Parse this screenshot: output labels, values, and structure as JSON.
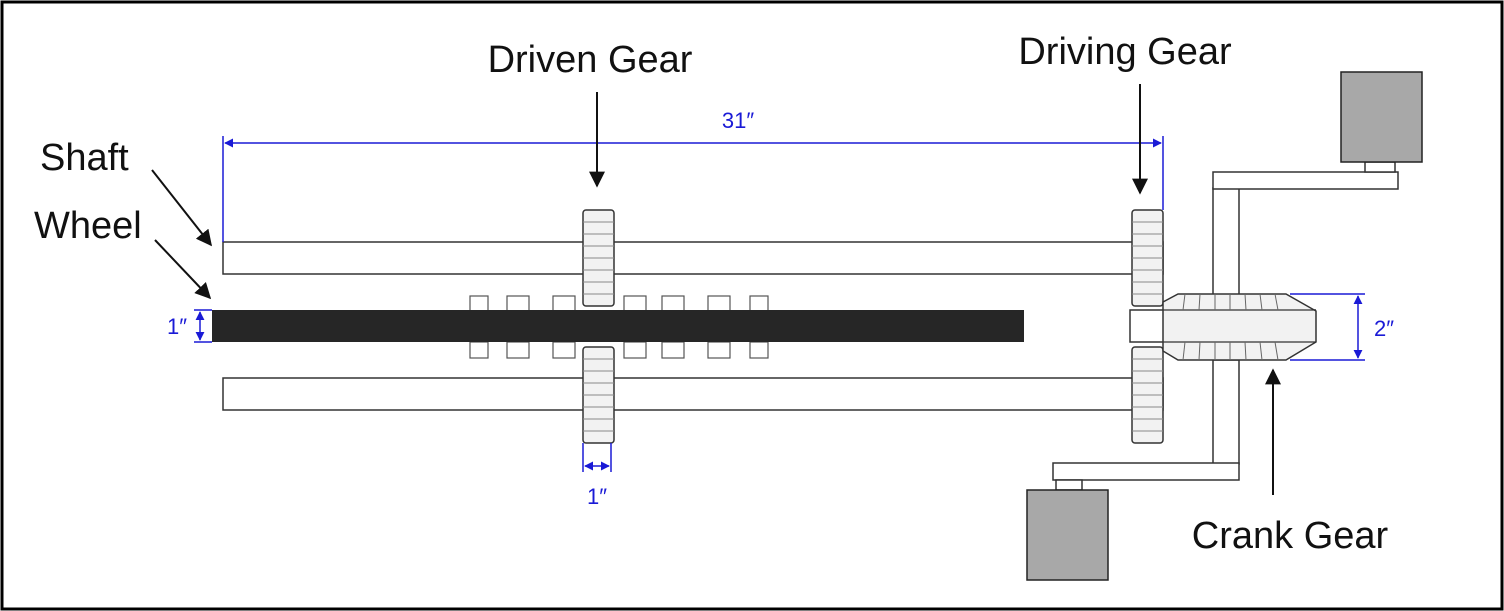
{
  "labels": {
    "driven_gear": "Driven Gear",
    "driving_gear": "Driving Gear",
    "shaft": "Shaft",
    "wheel": "Wheel",
    "crank_gear": "Crank Gear"
  },
  "dimensions": {
    "shaft_length": "31″",
    "wheel_thickness": "1″",
    "gear_width": "1″",
    "crank_gear_height": "2″"
  },
  "colors": {
    "dimension": "#1a1ad6",
    "outline": "#111111",
    "wheel_fill": "#262626",
    "weight_fill": "#a8a8a8",
    "gear_fill": "#f2f2f2"
  }
}
